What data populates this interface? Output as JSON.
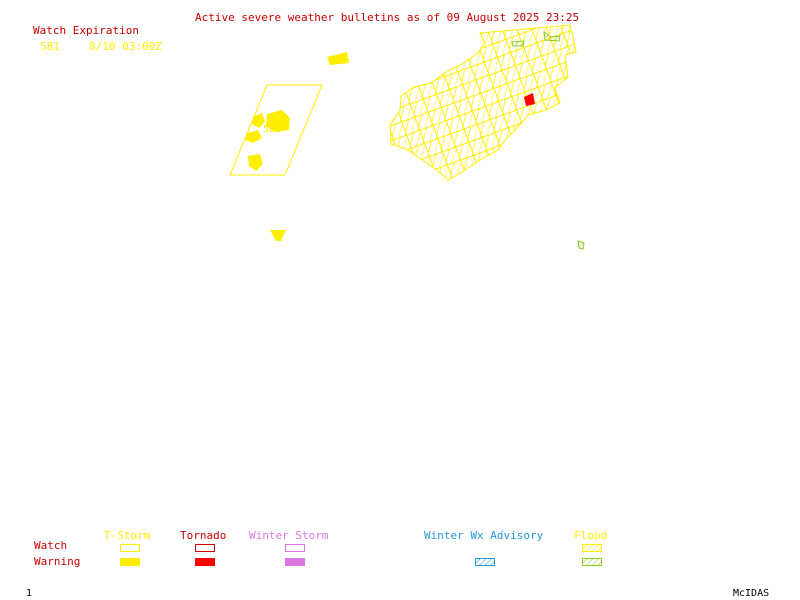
{
  "title": "Active severe weather bulletins as of 09 August 2025 23:25",
  "watch_expiration": {
    "heading": "Watch Expiration",
    "entries": [
      {
        "number": "581",
        "expires": "8/10 03:00Z"
      }
    ]
  },
  "map": {
    "watch_label": "581"
  },
  "legend": {
    "row_labels": {
      "watch": "Watch",
      "warning": "Warning"
    },
    "categories": [
      {
        "key": "tstorm",
        "label": "T-Storm",
        "color": "#ffee00"
      },
      {
        "key": "tornado",
        "label": "Tornado",
        "color": "#ff0000"
      },
      {
        "key": "winter_storm",
        "label": "Winter Storm",
        "color": "#dd77dd"
      },
      {
        "key": "winter_wx_advisory",
        "label": "Winter Wx Advisory",
        "color": "#2299dd"
      },
      {
        "key": "flood",
        "label": "Flood",
        "color": "#ffee00"
      }
    ],
    "flood_warning_color": "#88cc22"
  },
  "footer": {
    "frame_number": "1",
    "brand": "McIDAS"
  }
}
